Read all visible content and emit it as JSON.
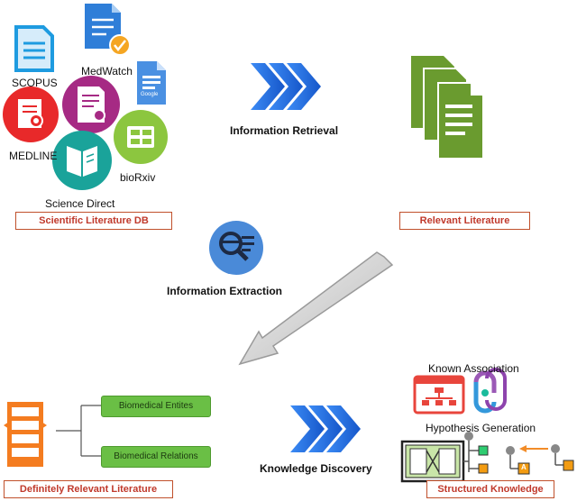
{
  "sources": {
    "scopus": "SCOPUS",
    "medwatch": "MedWatch",
    "medline": "MEDLINE",
    "biorxiv": "bioRxiv",
    "science_direct": "Science Direct",
    "google_badge": "Google"
  },
  "labels": {
    "scientific_literature_db": "Scientific Literature DB",
    "relevant_literature": "Relevant Literature",
    "definitely_relevant_literature": "Definitely Relevant  Literature",
    "structured_knowledge": "Structured Knowledge"
  },
  "steps": {
    "information_retrieval": "Information Retrieval",
    "information_extraction": "Information Extraction",
    "knowledge_discovery": "Knowledge Discovery"
  },
  "entities": {
    "biomedical_entities": "Biomedical Entites",
    "biomedical_relations": "Biomedical Relations"
  },
  "knowledge": {
    "known_association": "Known Association",
    "hypothesis_generation": "Hypothesis Generation",
    "node_a": "A"
  },
  "colors": {
    "label_border": "#c0502b",
    "label_text": "#c0392b",
    "chevron_blue": "#1e6fe0",
    "doc_green": "#6a9b2f",
    "entity_green": "#6abf45",
    "orange": "#f28c28"
  }
}
